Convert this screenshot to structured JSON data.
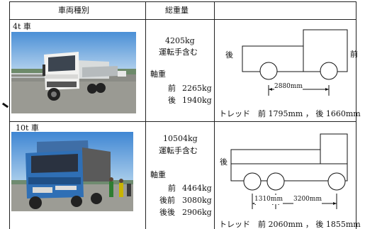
{
  "header": {
    "vehicle_type": "車両種別",
    "gross_weight": "総重量"
  },
  "rows": [
    {
      "type_label": "4t 車",
      "total_weight": "4205kg",
      "driver_note": "運転手含む",
      "axle_title": "軸重",
      "axles": [
        {
          "pos": "前",
          "weight": "2265kg"
        },
        {
          "pos": "後",
          "weight": "1940kg"
        }
      ],
      "diagram": {
        "rear_label": "後",
        "front_label": "前",
        "wheelbase": "2880mm"
      },
      "tread_text": "トレッド　前 1795mm ， 後 1660mm"
    },
    {
      "type_label": "10t 車",
      "total_weight": "10504kg",
      "driver_note": "運転手含む",
      "axle_title": "軸重",
      "axles": [
        {
          "pos": "前",
          "weight": "4464kg"
        },
        {
          "pos": "後前",
          "weight": "3080kg"
        },
        {
          "pos": "後後",
          "weight": "2906kg"
        }
      ],
      "diagram": {
        "rear_label": "後",
        "wheelbase_rear": "1310mm",
        "wheelbase_front": "3200mm"
      },
      "tread_text": "トレッド　前 2060mm ， 後 1855mm"
    }
  ]
}
